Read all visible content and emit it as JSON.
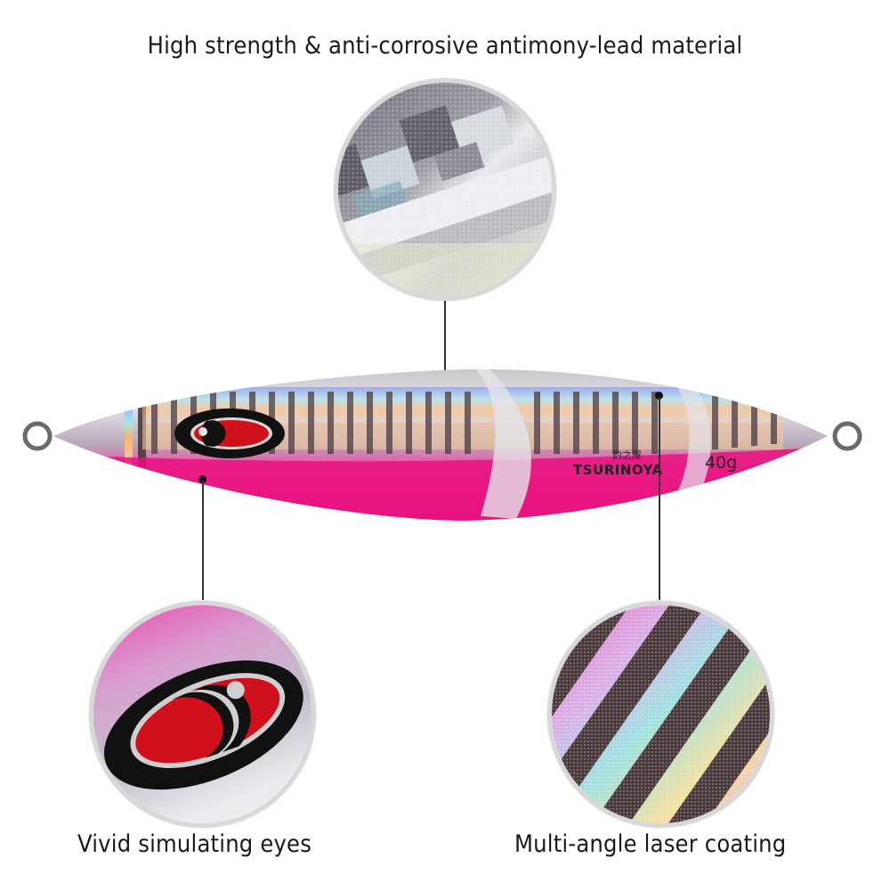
{
  "captions": {
    "top": "High strength & anti-corrosive antimony-lead material",
    "bottom_left": "Vivid simulating eyes",
    "bottom_right": "Multi-angle laser coating"
  },
  "lure": {
    "brand_logo": "TSURINOYA",
    "brand_kanji": "釣之屋",
    "weight": "40g",
    "colors": {
      "belly_pink": "#e8127f",
      "back_silver": "#d9d9de",
      "eye_red": "#d0101a",
      "eye_black": "#111111"
    }
  },
  "callouts": [
    {
      "id": "material",
      "label": "High strength & anti-corrosive antimony-lead material"
    },
    {
      "id": "eyes",
      "label": "Vivid simulating eyes"
    },
    {
      "id": "coating",
      "label": "Multi-angle laser coating"
    }
  ]
}
